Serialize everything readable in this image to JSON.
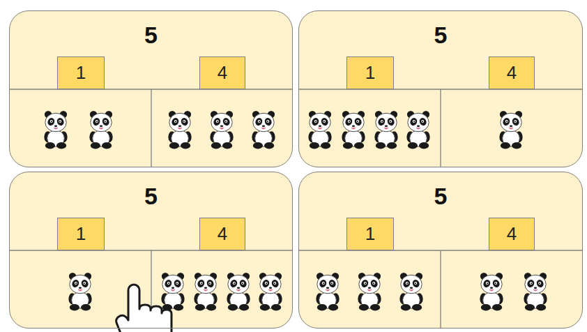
{
  "diagram": {
    "nodes": [
      {
        "text": [
          "5"
        ]
      },
      {
        "text": [
          "1"
        ],
        "in": 0
      },
      {
        "text": [
          "4"
        ],
        "in": 0
      },
      {
        "text": [
          "5"
        ]
      },
      {
        "text": [
          "1"
        ],
        "in": 3
      },
      {
        "text": [
          "4"
        ],
        "in": 3
      },
      {
        "text": [
          "5"
        ]
      },
      {
        "text": [
          "1"
        ],
        "in": 6
      },
      {
        "text": [
          "4"
        ],
        "in": 6
      },
      {
        "text": [
          "5"
        ]
      },
      {
        "text": [
          "1"
        ],
        "in": 9
      },
      {
        "text": [
          "4"
        ],
        "in": 9
      }
    ]
  }
}
